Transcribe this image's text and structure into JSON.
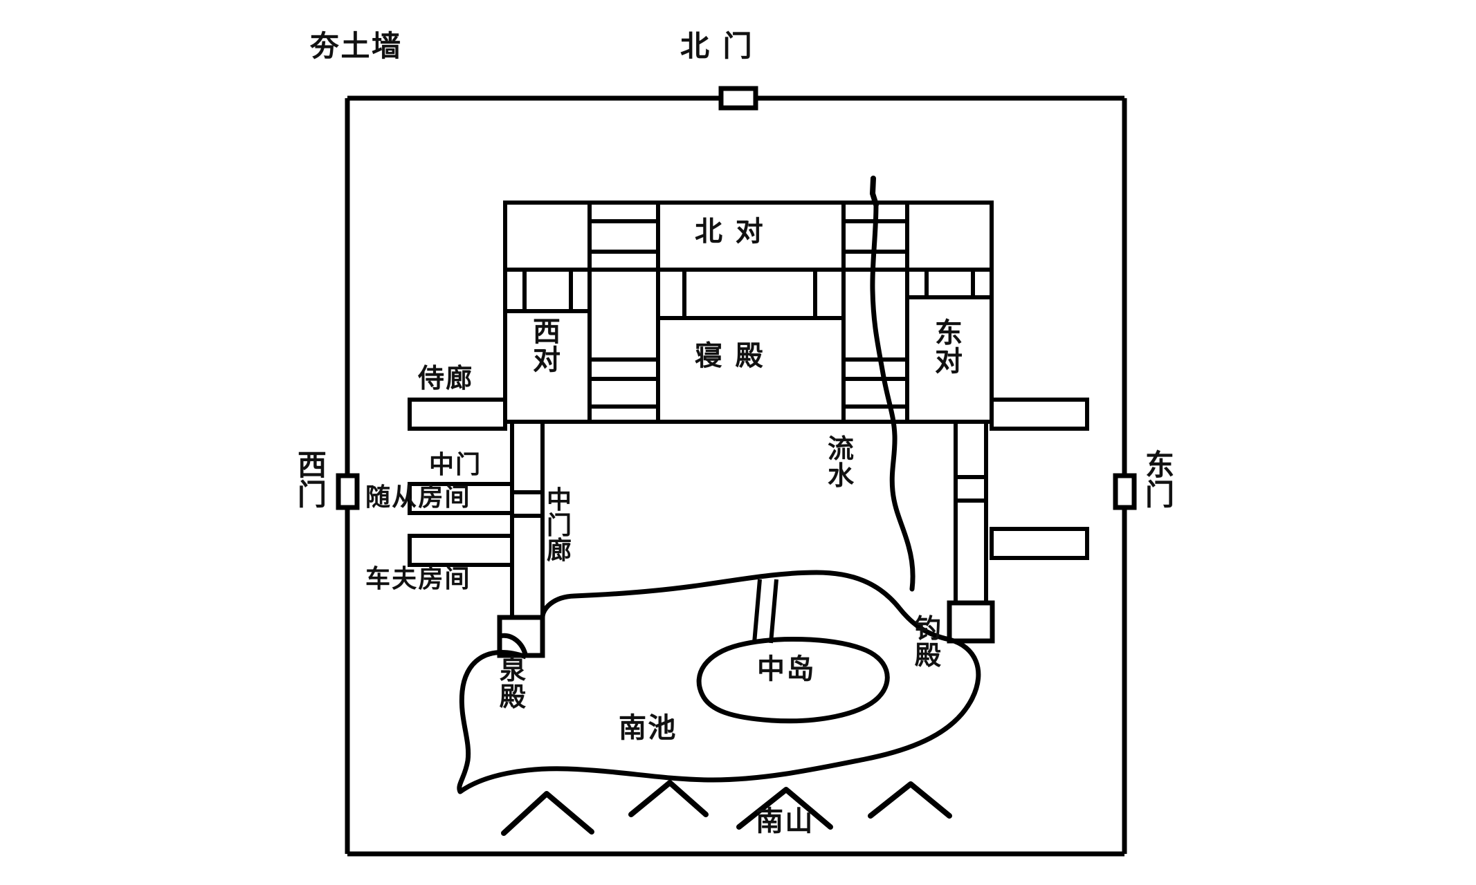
{
  "diagram": {
    "title_labels": {
      "rammed_earth_wall": "夯土墙",
      "north_gate": "北 门",
      "west_gate": "西\n门",
      "east_gate": "东\n门"
    },
    "buildings": {
      "north_pavilion": "北 对",
      "west_pavilion": "西\n对",
      "east_pavilion": "东\n对",
      "sleeping_hall": "寝 殿",
      "attendant_corridor": "侍廊",
      "middle_gate": "中门",
      "attendant_room": "随从房间",
      "driver_room": "车夫房间",
      "middle_gate_corridor": "中\n门\n廊",
      "spring_hall": "泉\n殿",
      "fishing_hall": "钓\n殿"
    },
    "landscape": {
      "flowing_water": "流\n水",
      "central_island": "中岛",
      "south_pond": "南池",
      "south_mountain": "南山"
    },
    "colors": {
      "ink": "#111111",
      "paper": "#ffffff",
      "line": "#000000"
    },
    "counts": {
      "mountain_peaks": 4,
      "gates": 3
    }
  }
}
